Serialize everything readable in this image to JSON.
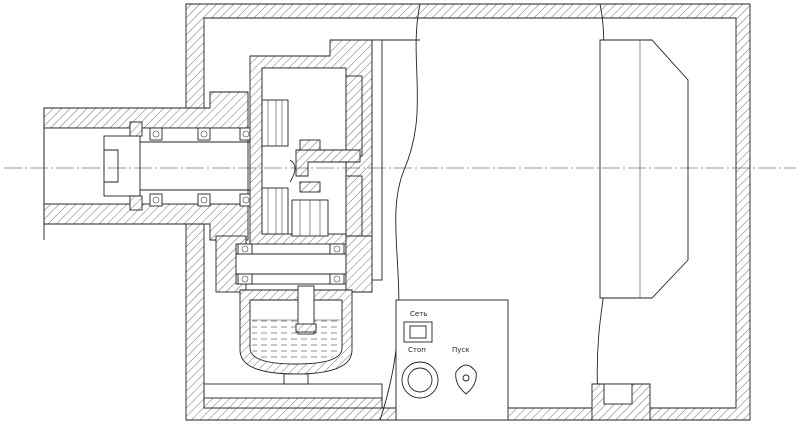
{
  "panel": {
    "net_label": "Сеть",
    "stop_label": "Стоп",
    "start_label": "Пуск"
  },
  "colors": {
    "line": "#222222",
    "background": "#ffffff"
  }
}
